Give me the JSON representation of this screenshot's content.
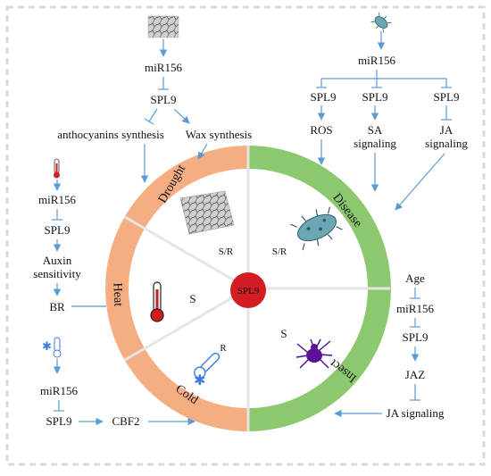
{
  "colors": {
    "abiotic": "#F4AE82",
    "biotic": "#8CC86E",
    "center": "#D21E23",
    "arrow": "#5B9BD5",
    "border": "#D9D9D9"
  },
  "center_label": "SPL9",
  "segments": {
    "drought": "Drought",
    "heat": "Heat",
    "cold": "Cold",
    "disease": "Disease",
    "insect": "Insect"
  },
  "sector_marks": {
    "drought": "S/R",
    "disease": "S/R",
    "heat": "S",
    "insect": "S",
    "cold": "R"
  },
  "top_left": {
    "mir": "miR156",
    "spl": "SPL9",
    "anthocyanin": "anthocyanins synthesis",
    "wax": "Wax synthesis"
  },
  "top_right": {
    "mir": "miR156",
    "branches": [
      {
        "spl": "SPL9",
        "target": "ROS"
      },
      {
        "spl": "SPL9",
        "target_line1": "SA",
        "target_line2": "signaling"
      },
      {
        "spl": "SPL9",
        "target_line1": "JA",
        "target_line2": "signaling"
      }
    ]
  },
  "heat_pathway": {
    "mir": "miR156",
    "spl": "SPL9",
    "auxin_line1": "Auxin",
    "auxin_line2": "sensitivity",
    "br": "BR"
  },
  "cold_pathway": {
    "mir": "miR156",
    "spl": "SPL9",
    "cbf": "CBF2"
  },
  "insect_pathway": {
    "age": "Age",
    "mir": "miR156",
    "spl": "SPL9",
    "jaz": "JAZ",
    "ja": "JA signaling"
  },
  "icons": [
    "cracked-soil-icon",
    "bacterium-icon",
    "thermometer-hot-icon",
    "thermometer-cold-icon",
    "snowflake-icon",
    "spider-mite-icon"
  ]
}
